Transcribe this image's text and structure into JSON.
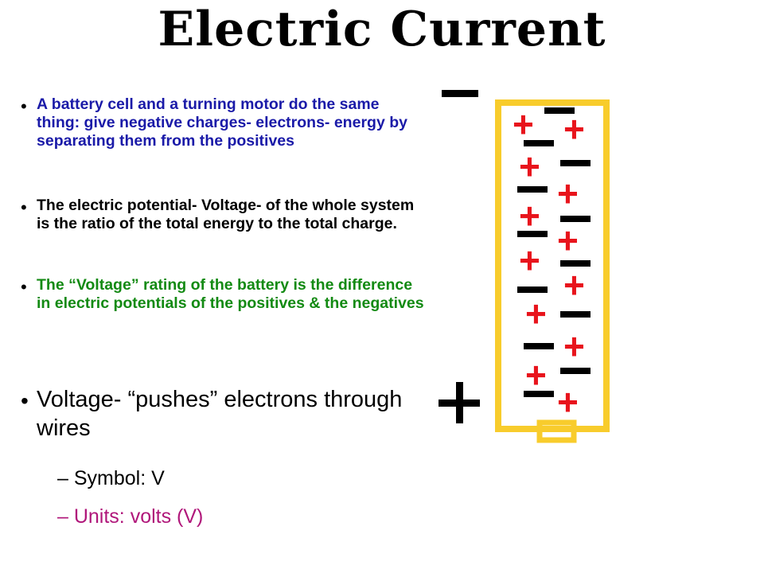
{
  "title": "Electric Current",
  "colors": {
    "blue": "#1a1aa8",
    "black": "#000000",
    "green": "#138a13",
    "magenta": "#b0167a",
    "red": "#e8141c",
    "battery": "#f8cc2c"
  },
  "bullets": [
    {
      "text": "A battery cell and a turning motor do the same thing:  give negative charges- electrons- energy by separating them from the positives"
    },
    {
      "text": "The electric potential- Voltage- of the whole system is the ratio of the total energy to the total charge."
    },
    {
      "text": "The “Voltage” rating of the battery is the difference in electric potentials of the positives & the negatives"
    },
    {
      "text": "Voltage- “pushes” electrons through wires"
    }
  ],
  "subbullets": [
    {
      "text": "– Symbol:  V"
    },
    {
      "text": "– Units:  volts (V)"
    }
  ],
  "diagram": {
    "minus_terminal": "—",
    "plus_terminal": "+",
    "plus_sign": "+"
  }
}
